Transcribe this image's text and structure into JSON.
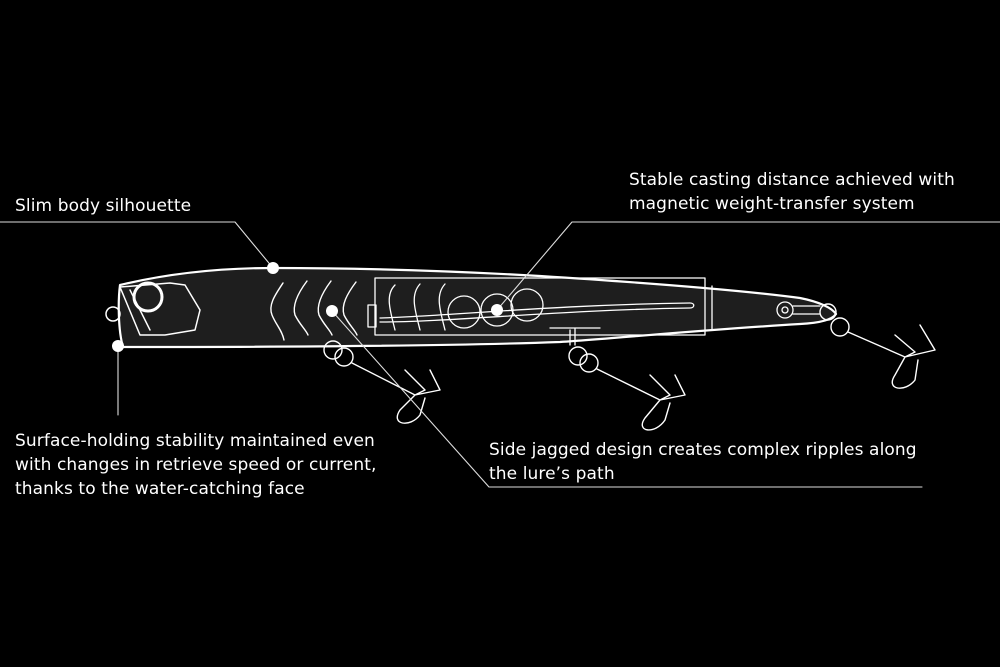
{
  "callouts": {
    "silhouette": {
      "lines": [
        "Slim body silhouette"
      ]
    },
    "casting": {
      "lines": [
        "Stable casting distance achieved with",
        "magnetic weight-transfer system"
      ]
    },
    "stability": {
      "lines": [
        "Surface-holding stability maintained even",
        "with changes in retrieve speed or current,",
        "thanks to the water-catching face"
      ]
    },
    "jagged": {
      "lines": [
        "Side jagged design creates complex ripples along",
        "the lure’s path"
      ]
    }
  },
  "colors": {
    "background": "#000000",
    "body_fill": "#1e1e1e",
    "line": "#ffffff"
  }
}
